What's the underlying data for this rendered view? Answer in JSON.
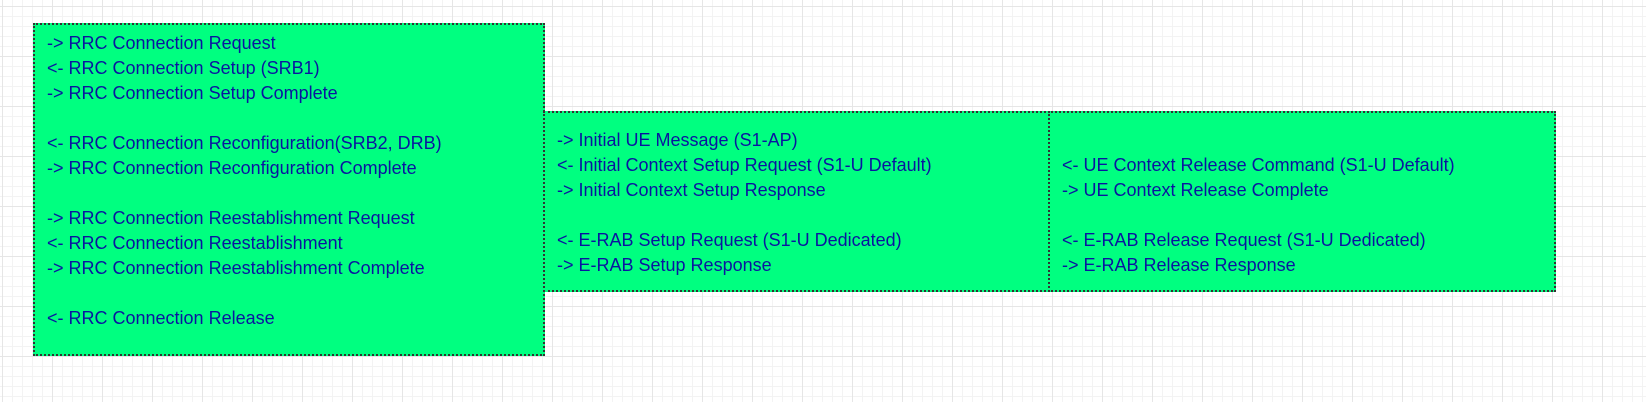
{
  "colors": {
    "box_fill": "#00ff80",
    "box_border": "#333333",
    "text": "#0a14a0"
  },
  "rrc_box": {
    "groups": [
      [
        "-> RRC Connection Request",
        "<- RRC Connection Setup (SRB1)",
        "-> RRC Connection Setup Complete"
      ],
      [
        "<- RRC Connection Reconfiguration(SRB2, DRB)",
        "-> RRC Connection Reconfiguration Complete"
      ],
      [
        "-> RRC Connection Reestablishment Request",
        "<- RRC Connection Reestablishment",
        "-> RRC Connection Reestablishment Complete"
      ],
      [
        "<- RRC Connection Release"
      ]
    ]
  },
  "s1ap_box": {
    "groups": [
      [
        "-> Initial UE Message (S1-AP)",
        "<- Initial Context Setup Request (S1-U Default)",
        "-> Initial Context Setup Response"
      ],
      [
        "<- E-RAB Setup Request (S1-U Dedicated)",
        "-> E-RAB Setup Response"
      ]
    ]
  },
  "release_box": {
    "groups": [
      [
        "<- UE Context Release Command (S1-U Default)",
        "-> UE Context Release Complete"
      ],
      [
        "<- E-RAB Release Request (S1-U Dedicated)",
        "-> E-RAB Release Response"
      ]
    ]
  }
}
